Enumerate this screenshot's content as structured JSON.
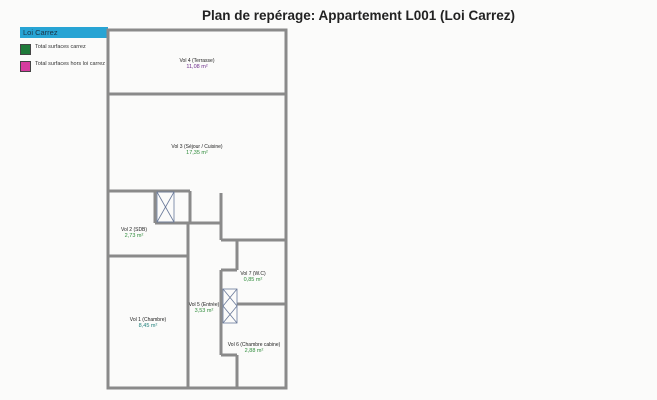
{
  "title": "Plan de repérage: Appartement L001 (Loi Carrez)",
  "legend": {
    "header": "Loi Carrez",
    "header_color": "#27a4d4",
    "items": [
      {
        "label": "Total surfaces carrez",
        "color": "#1f7a3a"
      },
      {
        "label": "Total surfaces hors loi carrez",
        "color": "#d63c9f"
      }
    ]
  },
  "rooms": [
    {
      "name": "Vol 4 (Terrasse)",
      "area": "11,08 m²"
    },
    {
      "name": "Vol 3 (Séjour / Cuisine)",
      "area": "17,35 m²"
    },
    {
      "name": "Vol 2 (SDB)",
      "area": "2,73 m²"
    },
    {
      "name": "Vol 7 (W.C)",
      "area": "0,85 m²"
    },
    {
      "name": "Vol 5 (Entrée)",
      "area": "3,53 m²"
    },
    {
      "name": "Vol 1 (Chambre)",
      "area": "8,45 m²"
    },
    {
      "name": "Vol 6 (Chambre cabine)",
      "area": "2,88 m²"
    }
  ]
}
